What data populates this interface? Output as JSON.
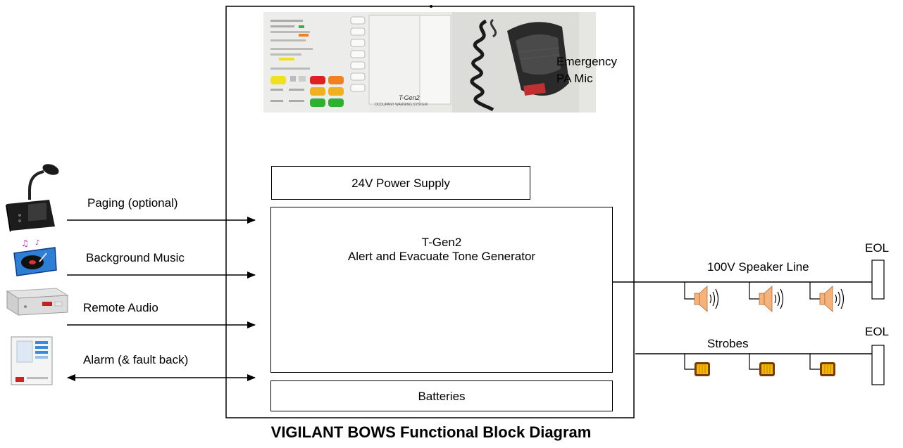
{
  "diagram": {
    "title": "VIGILANT BOWS Functional Block Diagram",
    "main_blocks": {
      "power_supply": "24V Power Supply",
      "tone_generator_line1": "T-Gen2",
      "tone_generator_line2": "Alert and Evacuate Tone Generator",
      "batteries": "Batteries"
    },
    "panel": {
      "mic_label_line1": "Emergency",
      "mic_label_line2": "PA Mic",
      "panel_brand": "T-Gen2",
      "panel_subtext": "OCCUPANT WARNING SYSTEM"
    },
    "inputs": [
      {
        "label": "Paging (optional)",
        "icon": "desk-microphone-icon",
        "direction": "in"
      },
      {
        "label": "Background Music",
        "icon": "music-turntable-icon",
        "direction": "in"
      },
      {
        "label": "Remote Audio",
        "icon": "audio-device-icon",
        "direction": "in"
      },
      {
        "label": "Alarm (& fault back)",
        "icon": "fire-alarm-panel-icon",
        "direction": "both"
      }
    ],
    "outputs": {
      "speaker_line": "100V Speaker Line",
      "strobes": "Strobes",
      "eol_top": "EOL",
      "eol_bottom": "EOL",
      "speaker_icon": "speaker-icon",
      "strobe_icon": "strobe-icon"
    },
    "colors": {
      "speaker": "#f5b27a",
      "strobe_body": "#f5b800",
      "strobe_base": "#7a3b00",
      "panel_red": "#e02020",
      "panel_orange": "#f08020",
      "panel_yellow": "#f0e020",
      "panel_green": "#30b030"
    }
  }
}
